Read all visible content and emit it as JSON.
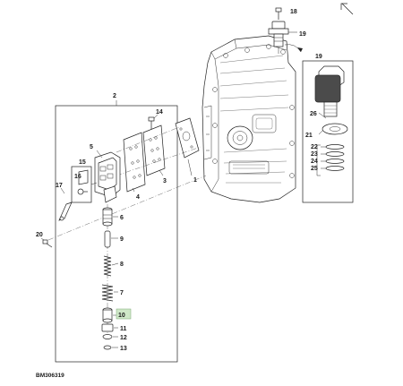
{
  "diagram_id": "BM306319",
  "highlight_color": "#cfe8c8",
  "callouts": {
    "c1": "1",
    "c2": "2",
    "c3": "3",
    "c4": "4",
    "c5": "5",
    "c6": "6",
    "c7": "7",
    "c8": "8",
    "c9": "9",
    "c10": "10",
    "c11": "11",
    "c12": "12",
    "c13": "13",
    "c14": "14",
    "c15": "15",
    "c16": "16",
    "c17": "17",
    "c18": "18",
    "c19": "19",
    "c20": "20",
    "c21": "21",
    "c22": "22",
    "c23": "23",
    "c24": "24",
    "c25": "25",
    "c26": "26",
    "c19b": "19"
  },
  "icons": {
    "orientation_arrow": "diagonal-arrow-icon"
  }
}
